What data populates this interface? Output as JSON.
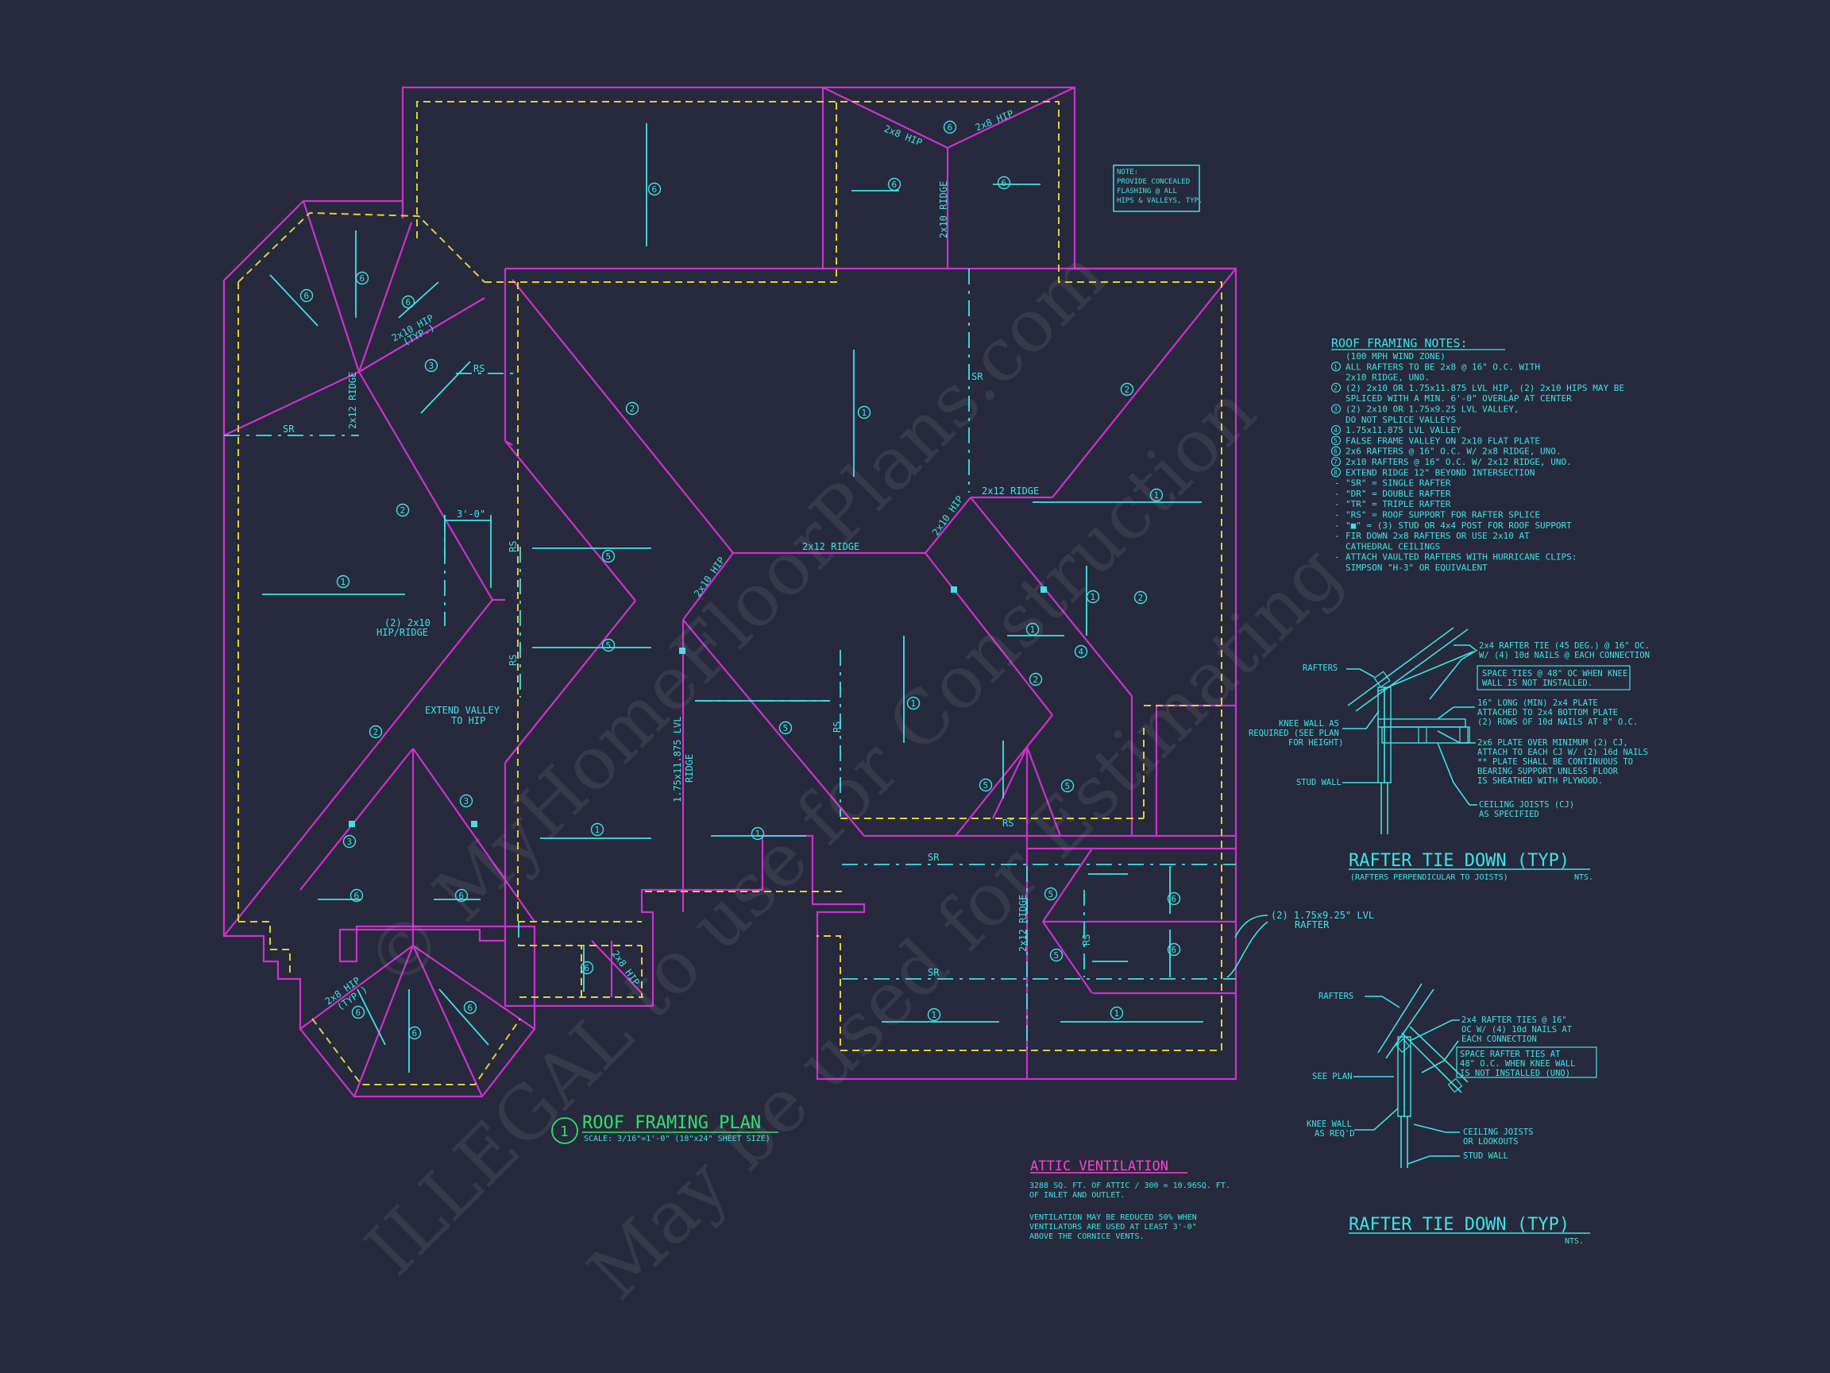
{
  "plan": {
    "title_number": "1",
    "title": "ROOF FRAMING PLAN",
    "scale": "SCALE: 3/16\"=1'-0\" (18\"x24\" SHEET SIZE)",
    "note_box": [
      "NOTE:",
      "PROVIDE CONCEALED",
      "FLASHING @ ALL",
      "HIPS & VALLEYS, TYP."
    ],
    "labels": {
      "hip_2x8": "2x8 HIP",
      "hip_2x10_typ_1": "2x10 HIP",
      "hip_2x10_typ_2": "(TYP.)",
      "hip_2x10": "2x10 HIP",
      "ridge_2x10": "2x10 RIDGE",
      "ridge_2x12": "2x12 RIDGE",
      "sr": "SR",
      "rs": "RS",
      "dim_3_0": "3'-0\"",
      "hip_ridge_1": "(2) 2x10",
      "hip_ridge_2": "HIP/RIDGE",
      "extend_1": "EXTEND VALLEY",
      "extend_2": "TO HIP",
      "lvl_ridge_1": "1.75x11.875 LVL",
      "lvl_ridge_2": "RIDGE",
      "hip_2x8_typ_1": "2x8 HIP",
      "hip_2x8_typ_2": "(TYP.)",
      "lvl_rafter_1": "(2) 1.75x9.25\" LVL",
      "lvl_rafter_2": "RAFTER"
    },
    "tags": [
      "1",
      "2",
      "3",
      "4",
      "5",
      "6"
    ]
  },
  "notes": {
    "title": "ROOF FRAMING NOTES:",
    "lines": [
      "(100 MPH WIND ZONE)",
      "ALL RAFTERS TO BE 2x8 @ 16\" O.C. WITH",
      "2x10 RIDGE, UNO.",
      "(2) 2x10 OR 1.75x11.875 LVL HIP, (2) 2x10 HIPS MAY BE",
      "SPLICED WITH A MIN. 6'-0\" OVERLAP AT CENTER",
      "(2) 2x10 OR 1.75x9.25 LVL VALLEY,",
      "DO NOT SPLICE VALLEYS",
      "1.75x11.875 LVL VALLEY",
      "FALSE FRAME VALLEY ON 2x10 FLAT PLATE",
      "2x6 RAFTERS @ 16\" O.C. W/ 2x8 RIDGE, UNO.",
      "2x10 RAFTERS @ 16\" O.C. W/ 2x12 RIDGE, UNO.",
      "EXTEND RIDGE 12\" BEYOND INTERSECTION",
      "\"SR\" = SINGLE RAFTER",
      "\"DR\" = DOUBLE RAFTER",
      "\"TR\" = TRIPLE RAFTER",
      "\"RS\" = ROOF SUPPORT FOR RAFTER SPLICE",
      "\"■\" = (3) STUD OR 4x4 POST FOR ROOF SUPPORT",
      "FIR DOWN 2x8 RAFTERS OR USE 2x10 AT",
      "CATHEDRAL CEILINGS",
      "ATTACH VAULTED RAFTERS WITH HURRICANE CLIPS:",
      "SIMPSON \"H-3\" OR EQUIVALENT"
    ]
  },
  "detail1": {
    "title": "RAFTER TIE DOWN (TYP)",
    "subtitle": "(RAFTERS PERPENDICULAR TO JOISTS)",
    "nts": "NTS.",
    "rafters": "RAFTERS",
    "knee_1": "KNEE WALL AS",
    "knee_2": "REQUIRED (SEE PLAN",
    "knee_3": "FOR HEIGHT)",
    "stud": "STUD WALL",
    "r1": "2x4 RAFTER TIE (45 DEG.) @ 16\" OC.",
    "r2": "W/ (4) 10d NAILS @ EACH CONNECTION",
    "box1": "SPACE TIES @ 48\" OC WHEN KNEE",
    "box2": "WALL IS NOT INSTALLED.",
    "r3": "16\" LONG (MIN) 2x4 PLATE",
    "r4": "ATTACHED TO 2x4 BOTTOM PLATE",
    "r5": "(2) ROWS OF 10d NAILS AT 8\" O.C.",
    "r6": "2x6 PLATE OVER MINIMUM (2) CJ,",
    "r7": "ATTACH TO EACH CJ W/ (2) 16d NAILS",
    "r8": "** PLATE SHALL BE CONTINUOUS TO",
    "r9": "BEARING SUPPORT UNLESS FLOOR",
    "r10": "IS SHEATHED WITH PLYWOOD.",
    "r11": "CEILING JOISTS (CJ)",
    "r12": "AS SPECIFIED"
  },
  "detail2": {
    "title": "RAFTER TIE DOWN (TYP)",
    "nts": "NTS.",
    "rafters": "RAFTERS",
    "seeplan": "SEE PLAN",
    "knee_1": "KNEE WALL",
    "knee_2": "AS REQ'D",
    "r1": "2x4 RAFTER TIES @ 16\"",
    "r2": "OC W/ (4) 10d NAILS AT",
    "r3": "EACH CONNECTION",
    "box1": "SPACE RAFTER TIES AT",
    "box2": "48\" O.C. WHEN KNEE WALL",
    "box3": "IS NOT INSTALLED (UNO)",
    "c1": "CEILING JOISTS",
    "c2": "OR LOOKOUTS",
    "c3": "STUD WALL"
  },
  "attic": {
    "title": "ATTIC VENTILATION",
    "l1": "3288 SQ. FT. OF ATTIC / 300 = 10.96SQ. FT.",
    "l2": "OF INLET AND OUTLET.",
    "l3": "VENTILATION MAY BE REDUCED 50% WHEN",
    "l4": "VENTILATORS ARE USED AT LEAST 3'-0\"",
    "l5": "ABOVE THE CORNICE VENTS."
  },
  "watermark": {
    "l1": "© MyHomeFloorPlans.com",
    "l2": "ILLEGAL to use for Construction",
    "l3": "May be used for Estimating"
  }
}
